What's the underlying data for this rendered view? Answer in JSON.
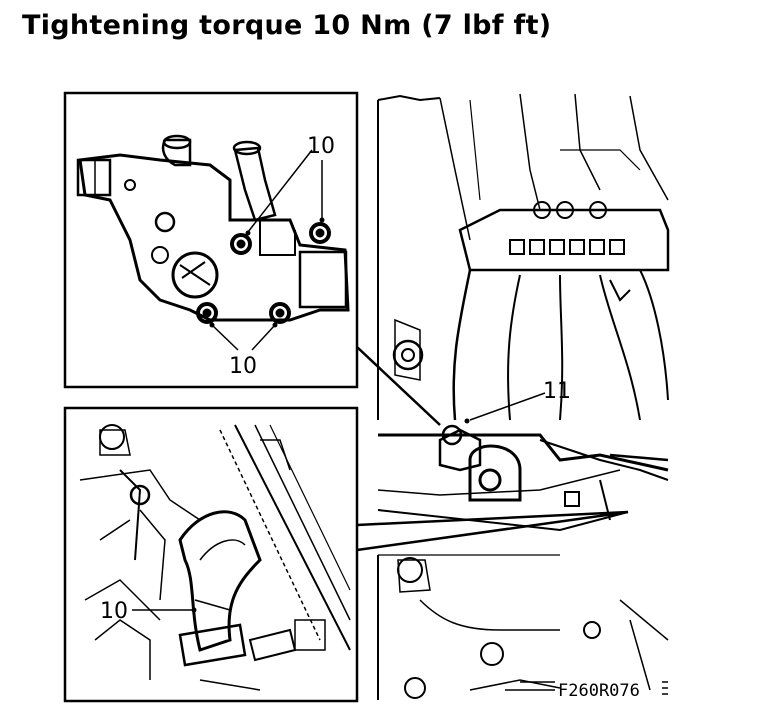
{
  "title": "Tightening torque 10 Nm (7 lbf ft)",
  "callouts": {
    "inset_top_upper": "10",
    "inset_top_lower": "10",
    "main_view": "11",
    "inset_bottom": "10"
  },
  "figure_code": "F260R076"
}
